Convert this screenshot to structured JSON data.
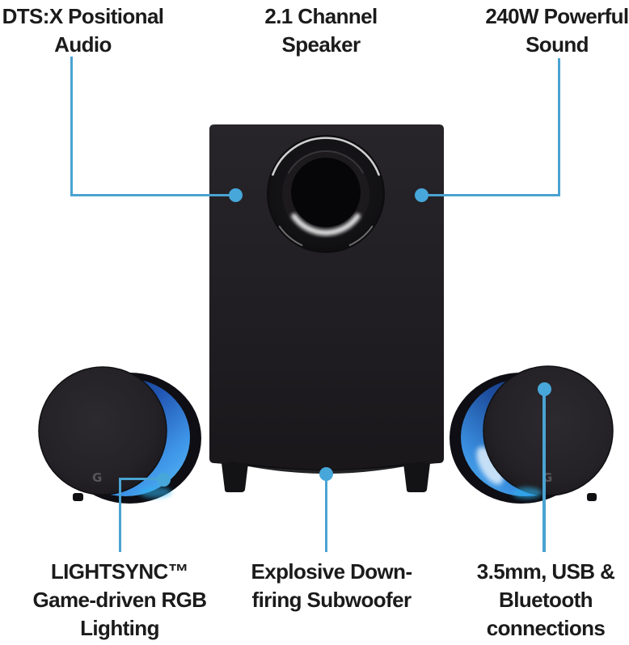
{
  "labels": {
    "dts": {
      "line1": "DTS:X Positional",
      "line2": "Audio"
    },
    "channel": {
      "line1": "2.1 Channel",
      "line2": "Speaker"
    },
    "watts": {
      "line1": "240W Powerful",
      "line2": "Sound"
    },
    "lightsync": {
      "line1": "LIGHTSYNC™",
      "line2": "Game-driven RGB",
      "line3": "Lighting"
    },
    "subwoofer": {
      "line1": "Explosive Down-",
      "line2": "firing Subwoofer"
    },
    "connections": {
      "line1": "3.5mm, USB &",
      "line2": "Bluetooth",
      "line3": "connections"
    }
  },
  "icons": {
    "g_logo": "G"
  },
  "colors": {
    "background": "#ffffff",
    "text": "#1b1b1b",
    "callout_line": "#4aa3d2",
    "callout_dot": "#47a7da",
    "speaker_body": "#1f1d21",
    "rgb_glow_blue": "#3f96e8"
  }
}
